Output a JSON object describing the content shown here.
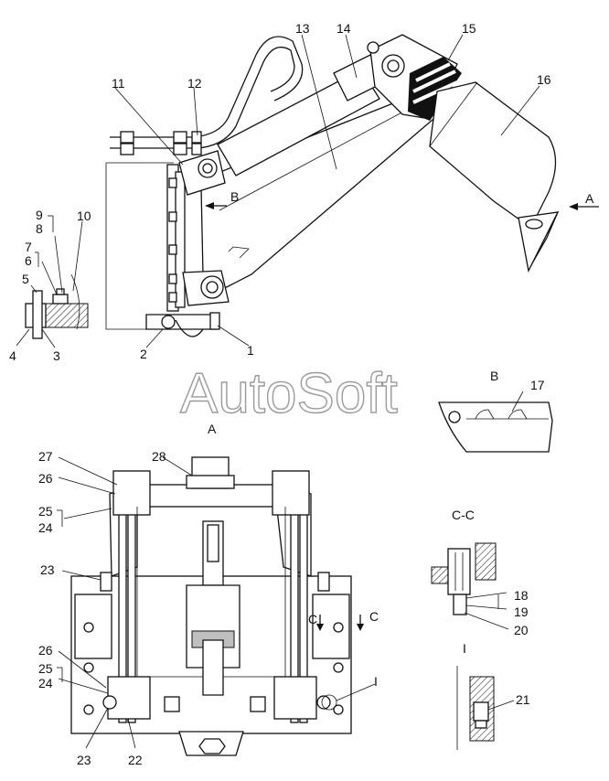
{
  "watermark": "AutoSoft",
  "view_titles": {
    "view_b": "B",
    "view_a": "A",
    "section_cc": "C-C",
    "detail_i": "I"
  },
  "markers": {
    "arrow_b": "B",
    "arrow_a": "A",
    "cut_c_left": "C",
    "cut_c_right": "C",
    "detail_i": "I"
  },
  "callouts": [
    "1",
    "2",
    "3",
    "4",
    "5",
    "6",
    "7",
    "8",
    "9",
    "10",
    "11",
    "12",
    "13",
    "14",
    "15",
    "16",
    "17",
    "18",
    "19",
    "20",
    "21",
    "22",
    "23",
    "24",
    "25",
    "26",
    "27",
    "28"
  ],
  "view_a_callouts": {
    "top": [
      "27",
      "26",
      "25",
      "24",
      "23",
      "28"
    ],
    "bottom": [
      "26",
      "25",
      "24",
      "23",
      "22"
    ]
  }
}
